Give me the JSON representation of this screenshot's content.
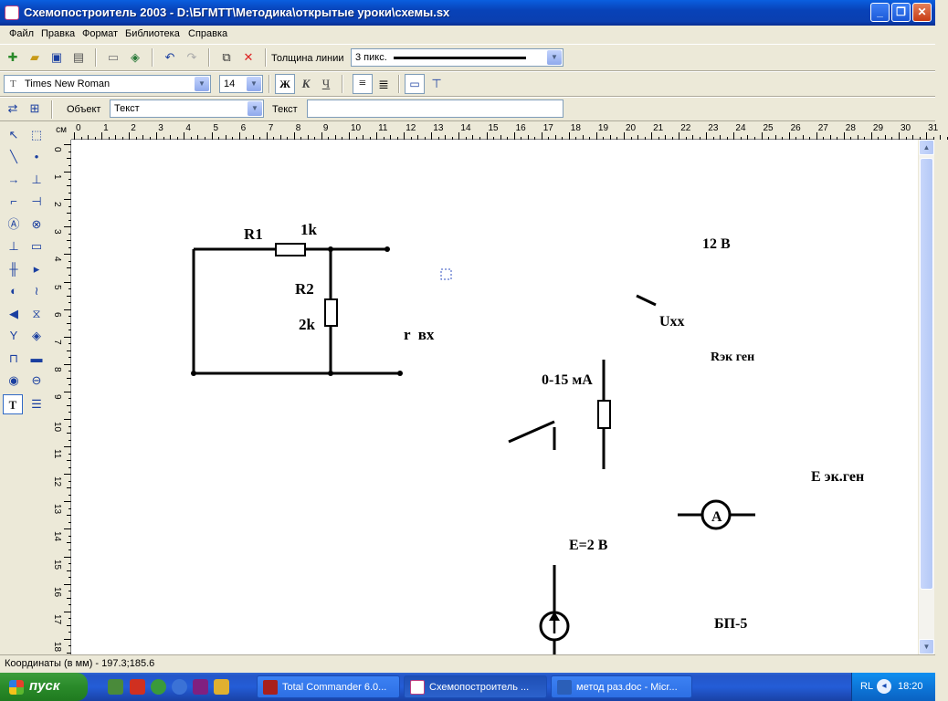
{
  "window": {
    "title": "Схемопостроитель 2003 - D:\\БГМТТ\\Методика\\открытые уроки\\схемы.sx",
    "minimize": "_",
    "maximize": "❐",
    "close": "✕"
  },
  "menu": [
    "Файл",
    "Правка",
    "Формат",
    "Библиотека",
    "Справка"
  ],
  "toolbar1": {
    "line_width_label": "Толщина линии",
    "line_width_value": "3 пикс."
  },
  "toolbar2": {
    "font_value": "Times New Roman",
    "font_size_value": "14",
    "bold": "Ж",
    "italic": "К",
    "underline": "Ч"
  },
  "toolbar3": {
    "object_label": "Объект",
    "object_value": "Текст",
    "text_label": "Текст",
    "text_value": ""
  },
  "ruler": {
    "unit": "см",
    "top_ticks": [
      "0",
      "1",
      "2",
      "3",
      "4",
      "5",
      "6",
      "7",
      "8",
      "9",
      "10",
      "11",
      "12",
      "13",
      "14",
      "15",
      "16",
      "17",
      "18",
      "19",
      "20",
      "21",
      "22",
      "23",
      "24",
      "25",
      "26",
      "27",
      "28",
      "29",
      "30",
      "31"
    ],
    "left_ticks": [
      "0",
      "1",
      "2",
      "3",
      "4",
      "5",
      "6",
      "7",
      "8",
      "9",
      "10",
      "11",
      "12",
      "13",
      "14",
      "15",
      "16",
      "17",
      "18"
    ]
  },
  "schematic": {
    "labels": {
      "r1": "R1",
      "r1_value": "1k",
      "r2": "R2",
      "r2_value": "2k",
      "r_in": "r  вх",
      "voltage_12": "12 В",
      "uxx": "Uxx",
      "r_eq_gen": "Rэк ген",
      "range": "0-15 мА",
      "e_eq_gen": "Е эк.ген",
      "ammeter": "A",
      "e_2v": "Е=2 В",
      "psu": "БП-5"
    }
  },
  "status": {
    "coords": "Координаты (в мм) - 197.3;185.6"
  },
  "taskbar": {
    "start": "пуск",
    "tasks": [
      {
        "label": "Total Commander 6.0..."
      },
      {
        "label": "Схемопостроитель ..."
      },
      {
        "label": "метод раз.doc - Micr..."
      }
    ],
    "lang": "RL",
    "clock": "18:20"
  },
  "colors": {
    "titlebar": "#0a50d0",
    "accent": "#245dd7",
    "start_green": "#2a8a2a"
  }
}
